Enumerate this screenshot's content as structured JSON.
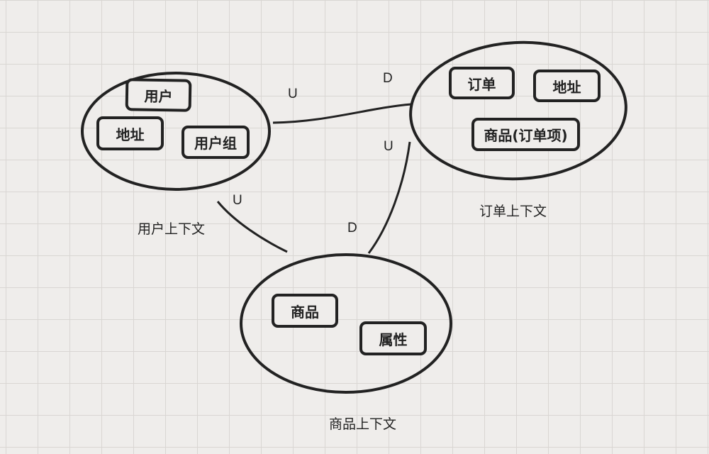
{
  "contexts": {
    "user": {
      "title": "用户上下文",
      "entities": [
        "用户",
        "地址",
        "用户组"
      ]
    },
    "order": {
      "title": "订单上下文",
      "entities": [
        "订单",
        "地址",
        "商品(订单项)"
      ]
    },
    "product": {
      "title": "商品上下文",
      "entities": [
        "商品",
        "属性"
      ]
    }
  },
  "relations": [
    {
      "from": "user",
      "to": "order",
      "from_label": "U",
      "to_label": "D"
    },
    {
      "from": "product",
      "to": "order",
      "from_label": "D",
      "to_label": "U"
    },
    {
      "from": "user",
      "to": "product",
      "from_label": "U",
      "to_label": ""
    }
  ]
}
